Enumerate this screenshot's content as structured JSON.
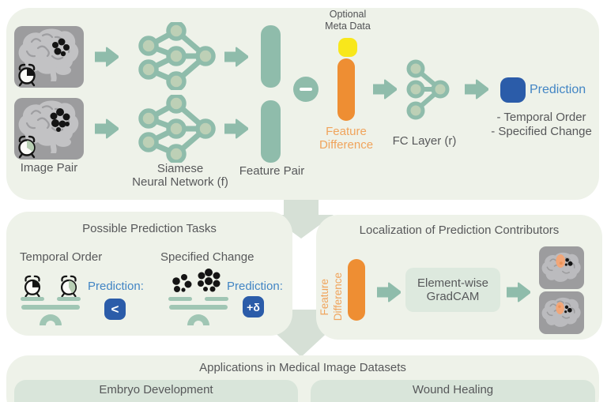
{
  "colors": {
    "panel_bg": "#eef2e9",
    "subpanel_bg": "#d9e5da",
    "teal": "#8fbcab",
    "teal_light": "#a0c6b4",
    "node_fill": "#bdd0b6",
    "orange_bar": "#ee8e33",
    "orange_text": "#f0a45c",
    "meta_yellow": "#f8e71b",
    "prediction_blue": "#2b5ca9",
    "blue_text": "#4285c4",
    "gray_text": "#57585a",
    "down_arrow": "#d6e0d6"
  },
  "pipeline": {
    "image_pair_label": "Image Pair",
    "siamese_line1": "Siamese",
    "siamese_line2": "Neural Network (f)",
    "feature_pair_label": "Feature Pair",
    "meta_line1": "Optional",
    "meta_line2": "Meta Data",
    "feature_diff_line1": "Feature",
    "feature_diff_line2": "Difference",
    "fc_label": "FC Layer (r)",
    "prediction_label": "Prediction",
    "prediction_item1": "- Temporal Order",
    "prediction_item2": "- Specified Change"
  },
  "tasks": {
    "title": "Possible Prediction Tasks",
    "temporal_label": "Temporal Order",
    "temporal_prediction_label": "Prediction:",
    "temporal_symbol": "<",
    "specified_label": "Specified Change",
    "specified_prediction_label": "Prediction:",
    "specified_symbol": "+δ"
  },
  "localization": {
    "title": "Localization of Prediction Contributors",
    "feature_diff_line1": "Feature",
    "feature_diff_line2": "Difference",
    "gradcam_line1": "Element-wise",
    "gradcam_line2": "GradCAM"
  },
  "applications": {
    "title": "Applications in Medical Image Datasets",
    "dataset1_label": "Embryo Development",
    "dataset2_label": "Wound Healing"
  }
}
